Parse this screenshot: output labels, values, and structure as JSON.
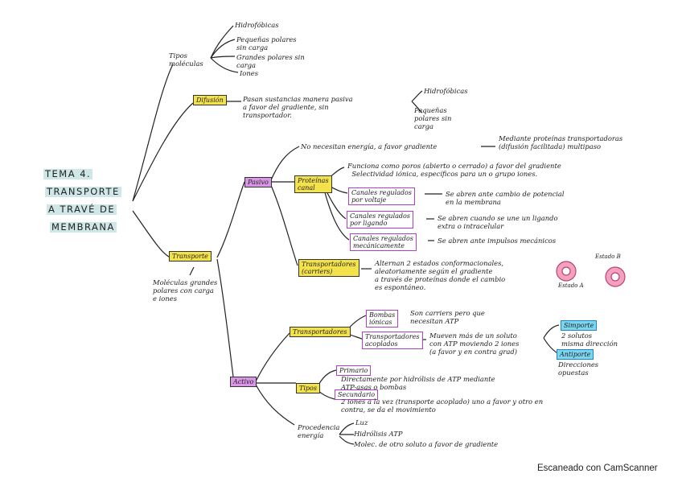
{
  "title": {
    "line1": "TEMA 4.",
    "line2": "TRANSPORTE",
    "line3": "A TRAVÉ DE",
    "line4": "MEMBRANA"
  },
  "branch_tipos": {
    "label": "Tipos\nmoléculas",
    "items": [
      "Hidrofóbicas",
      "Pequeñas polares\nsin carga",
      "Grandes polares sin\ncarga",
      "Iones"
    ]
  },
  "branch_difusion": {
    "label": "Difusión",
    "text": "Pasan sustancias manera pasiva\na favor del gradiente, sin\ntransportador.",
    "items": [
      "Hidrofóbicas",
      "Pequeñas\npolares sin\ncarga"
    ]
  },
  "branch_transporte": {
    "label": "Transporte",
    "sub": "Moléculas grandes\npolares con carga\ne iones",
    "pasivo": {
      "label": "Pasivo",
      "desc": "No necesitan energía, a favor gradiente",
      "desc2": "Mediante proteínas transportadoras\n(difusión facilitada) multipaso",
      "canales": {
        "label": "Proteínas\ncanal",
        "desc": "Funciona como poros (abierto o cerrado) a favor del gradiente\n  Selectividad iónica, específicos para un o grupo iones.",
        "items": [
          {
            "label": "Canales regulados\npor voltaje",
            "text": "Se abren ante cambio de potencial\nen la membrana"
          },
          {
            "label": "Canales regulados\npor ligando",
            "text": "Se abren cuando se une un ligando\nextra o intracelular"
          },
          {
            "label": "Canales regulados\nmecánicamente",
            "text": "Se abren ante impulsos mecánicos"
          }
        ]
      },
      "transportadores": {
        "label": "Transportadores\n(carriers)",
        "text": "Alternan 2 estados conformacionales,\naleatoriamente según el gradiente\na través de proteínas donde el cambio\nes espontáneo.",
        "estado_a": "Estado A",
        "estado_b": "Estado B"
      }
    },
    "activo": {
      "label": "Activo",
      "transportadores": {
        "label": "Transportadores",
        "bombas": {
          "label": "Bombas\niónicas",
          "text": "Son carriers pero que\nnecesitan ATP"
        },
        "acoplados": {
          "label": "Transportadores\nacoplados",
          "text": "Mueven más de un soluto\ncon ATP moviendo 2 iones\n(a favor y en contra grad)"
        },
        "simporte": {
          "label": "Simporte",
          "text": "2 solutos\nmisma dirección"
        },
        "antiporte": {
          "label": "Antiporte",
          "text": "Direcciones\nopuestas"
        }
      },
      "tipos": {
        "label": "Tipos",
        "primario": {
          "label": "Primario",
          "text": "Directamente por hidrólisis de ATP mediante\nATP-asas o bombas"
        },
        "secundario": {
          "label": "Secundario",
          "text": "2 iones a la vez (transporte acoplado) uno a favor y otro en\ncontra, se da el movimiento"
        }
      },
      "energia": {
        "label": "Procedencia\nenergía",
        "items": [
          "Luz",
          "Hidrólisis ATP",
          "Molec. de otro soluto a favor de gradiente"
        ]
      }
    }
  },
  "footer": "Escaneado con CamScanner"
}
